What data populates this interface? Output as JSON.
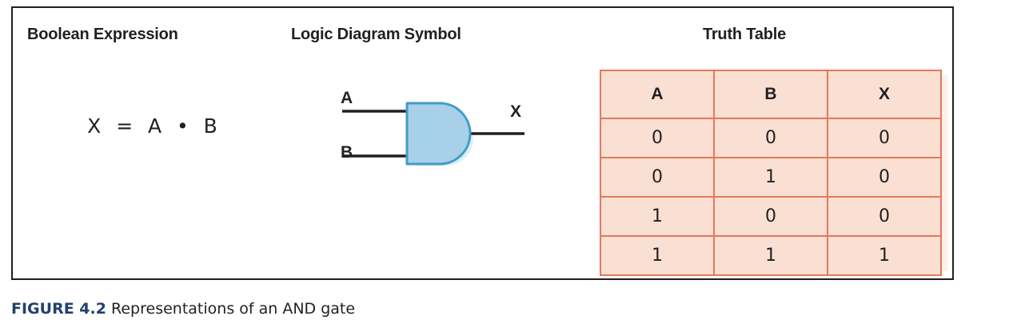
{
  "figure": {
    "caption_label": "FIGURE 4.2",
    "caption_text": "Representations of an AND gate"
  },
  "headings": {
    "boolean": "Boolean Expression",
    "logic": "Logic Diagram Symbol",
    "truth": "Truth Table"
  },
  "boolean_expression": {
    "text": "X  =  A  •  B",
    "output": "X",
    "equals": "=",
    "operand_a": "A",
    "operator": "•",
    "operand_b": "B"
  },
  "logic_diagram": {
    "gate_type": "AND",
    "input_a_label": "A",
    "input_b_label": "B",
    "output_label": "X",
    "gate_fill": "#a8d0e8",
    "gate_stroke": "#3f9dc8",
    "wire_color": "#231f20"
  },
  "truth_table": {
    "columns": [
      "A",
      "B",
      "X"
    ],
    "rows": [
      [
        "0",
        "0",
        "0"
      ],
      [
        "0",
        "1",
        "0"
      ],
      [
        "1",
        "0",
        "0"
      ],
      [
        "1",
        "1",
        "1"
      ]
    ],
    "cell_background": "#f9e0d2",
    "border_color": "#e4785a"
  },
  "chart_data": {
    "type": "table",
    "title": "Truth Table",
    "categories": [
      "A",
      "B",
      "X"
    ],
    "series": [
      {
        "name": "row-0",
        "values": [
          0,
          0,
          0
        ]
      },
      {
        "name": "row-1",
        "values": [
          0,
          1,
          0
        ]
      },
      {
        "name": "row-2",
        "values": [
          1,
          0,
          0
        ]
      },
      {
        "name": "row-3",
        "values": [
          1,
          1,
          1
        ]
      }
    ]
  }
}
